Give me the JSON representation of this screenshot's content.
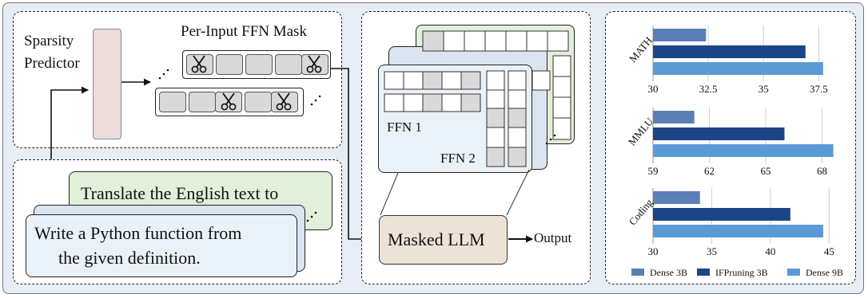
{
  "left_panel": {
    "predictor_label_line1": "Sparsity",
    "predictor_label_line2": "Predictor",
    "mask_title": "Per-Input FFN Mask",
    "prompts": {
      "back": "Translate the English text to",
      "front_line1": "Write a Python function from",
      "front_line2": "the given definition."
    }
  },
  "middle_panel": {
    "ffn1_label": "FFN 1",
    "ffn2_label": "FFN 2",
    "masked_llm_label": "Masked LLM",
    "output_label": "Output"
  },
  "colors": {
    "predictor_fill": "#eddcdc",
    "prompt_back_fill": "#e2efda",
    "prompt_mid_fill": "#dbe4f1",
    "prompt_front_fill": "#eaf2f9",
    "masked_llm_fill": "#ede2d6",
    "dense_3b": "#5b7fb4",
    "ifpruning_3b": "#1c4587",
    "dense_9b": "#5b9bd5"
  },
  "icons": {
    "scissor": "scissors-icon",
    "ellipsis": "ellipsis-icon",
    "arrow": "arrow-icon"
  },
  "chart_data": [
    {
      "type": "bar",
      "orientation": "horizontal",
      "ylabel": "MATH",
      "xlim": [
        30,
        38.5
      ],
      "ticks": [
        30,
        32.5,
        35,
        37.5
      ],
      "tick_labels": [
        "30",
        "32.5",
        "35",
        "37.5"
      ],
      "series": [
        {
          "name": "Dense 3B",
          "value": 32.4
        },
        {
          "name": "IFPruning 3B",
          "value": 36.9
        },
        {
          "name": "Dense 9B",
          "value": 37.7
        }
      ]
    },
    {
      "type": "bar",
      "orientation": "horizontal",
      "ylabel": "MMLU",
      "xlim": [
        59,
        69
      ],
      "ticks": [
        59,
        62,
        65,
        68
      ],
      "tick_labels": [
        "59",
        "62",
        "65",
        "68"
      ],
      "series": [
        {
          "name": "Dense 3B",
          "value": 61.2
        },
        {
          "name": "IFPruning 3B",
          "value": 66.0
        },
        {
          "name": "Dense 9B",
          "value": 68.6
        }
      ]
    },
    {
      "type": "bar",
      "orientation": "horizontal",
      "ylabel": "Coding",
      "xlim": [
        30,
        46
      ],
      "ticks": [
        30,
        35,
        40,
        45
      ],
      "tick_labels": [
        "30",
        "35",
        "40",
        "45"
      ],
      "series": [
        {
          "name": "Dense 3B",
          "value": 34.0
        },
        {
          "name": "IFPruning 3B",
          "value": 41.7
        },
        {
          "name": "Dense 9B",
          "value": 44.5
        }
      ]
    }
  ],
  "legend": [
    {
      "name": "Dense 3B"
    },
    {
      "name": "IFPruning 3B"
    },
    {
      "name": "Dense 9B"
    }
  ]
}
